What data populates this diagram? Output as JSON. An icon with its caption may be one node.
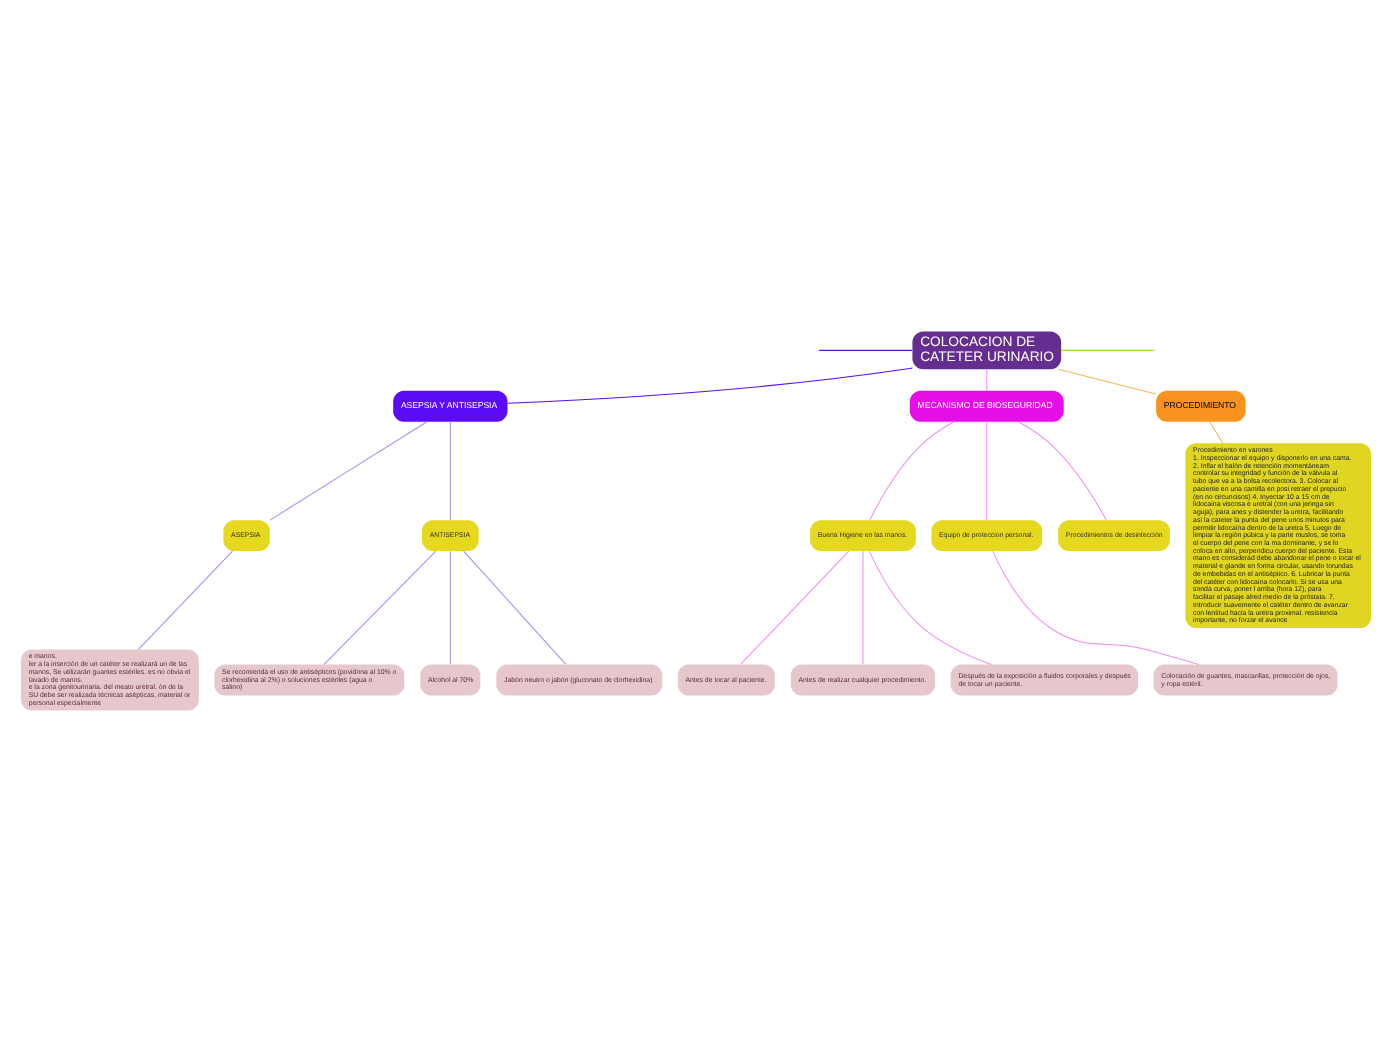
{
  "diagram": {
    "nodes": [
      {
        "text": [
          "COLOCACION DE CATETER URINARIO"
        ]
      },
      {
        "text": [
          "ASEPSIA Y ANTISEPSIA"
        ]
      },
      {
        "text": [
          "ASEPSIA"
        ]
      },
      {
        "text": [
          "e manos.",
          "ler a la inserción de un catéter se realizará un de las manos, Se utilizarán guantes estériles. es no obvia el lavado de manos.",
          "e la zona genitourinaria. del meato uretral. ón de la SU debe ser realizada técnicas asépticas, material or personal especialmente"
        ]
      },
      {
        "text": [
          "ANTISEPSIA"
        ]
      },
      {
        "text": [
          "Se recomienda el uso de antisépticos (povidona al 10% o clorhexidina al 2%) o soluciones estériles (agua o salino)"
        ]
      },
      {
        "text": [
          "Alcohol al 70%"
        ]
      },
      {
        "text": [
          "Jabón neutro o jabón (gluconato de clorhexidina)"
        ]
      },
      {
        "text": [
          "MECANISMO DE BIOSEGURIDAD"
        ]
      },
      {
        "text": [
          "Buena Higiene en las manos."
        ]
      },
      {
        "text": [
          "Antes de tocar al paciente."
        ]
      },
      {
        "text": [
          "Antes de realizar cualquier procedimiento."
        ]
      },
      {
        "text": [
          "Después de la exposición a fluidos corporales y después de tocar un paciente."
        ]
      },
      {
        "text": [
          "Equipo de proteccion personal."
        ]
      },
      {
        "text": [
          "Colocación de guantes, mascarillas, protección de ojos, y ropa estéril."
        ]
      },
      {
        "text": [
          "Procedimientos de desinfección"
        ]
      },
      {
        "text": [
          "PROCEDIMIENTO"
        ]
      },
      {
        "text": [
          "Procedimiento en varones",
          "1. Inspeccionar el equipo y disponerlo en una cama. 2. Inflar el balón de retención momentáneam controlar su integridad y función de la válvula al tubo que va a la bolsa recolectora. 3. Colocar al paciente en una camilla en posi retraer el prepucio (en no circuncisos) 4. Inyectar 10 a 15 cm de lidocaína viscosa e uretral (con una jeringa sin aguja), para anes y distender la uretra, facilitando así la cateter la punta del pene unos minutos para permitir lidocaína dentro de la uretra 5. Luego de limpiar la región púbica y la parte muslos, se toma el cuerpo del pene con la ma dominante, y se lo coloca en alto, perpendicu cuerpo del paciente. Esta mano es considerad debe abandonar el pene o tocar el material e glande en forma circular, usando torundas de embebidas en el antiséptico. 6. Lubricar la punta del catéter con lidocaína colocarlo. Si se usa una sonda curva, poner l arriba (hora 12), para facilitar el pasaje alred medio de la próstata. 7. Introducir suavemente el catéter dentro de avanzar con lentitud hacia la uretra proximal. resistencia importante, no forzar el avance"
        ]
      }
    ],
    "edges": [
      {
        "from": 0,
        "to": null,
        "arrow": "none",
        "color": "#8ce61e"
      },
      {
        "from": 0,
        "to": 1,
        "arrow": "none",
        "color": "#5b0cf5"
      },
      {
        "from": 1,
        "to": 2,
        "arrow": "none",
        "color": "#a58cf5"
      },
      {
        "from": 2,
        "to": 3,
        "arrow": "none",
        "color": "#a58cf5"
      },
      {
        "from": 1,
        "to": 4,
        "arrow": "none",
        "color": "#a58cf5"
      },
      {
        "from": 4,
        "to": 5,
        "arrow": "none",
        "color": "#a58cf5"
      },
      {
        "from": 4,
        "to": 6,
        "arrow": "none",
        "color": "#a58cf5"
      },
      {
        "from": 4,
        "to": 7,
        "arrow": "none",
        "color": "#a58cf5"
      },
      {
        "from": 0,
        "to": 8,
        "arrow": "none",
        "color": "#f08cf0"
      },
      {
        "from": 8,
        "to": 9,
        "arrow": "none",
        "color": "#f08cf0"
      },
      {
        "from": 9,
        "to": 10,
        "arrow": "none",
        "color": "#f08cf0"
      },
      {
        "from": 9,
        "to": 11,
        "arrow": "none",
        "color": "#f08cf0"
      },
      {
        "from": 9,
        "to": 12,
        "arrow": "none",
        "color": "#f08cf0"
      },
      {
        "from": 8,
        "to": 13,
        "arrow": "none",
        "color": "#f08cf0"
      },
      {
        "from": 13,
        "to": 14,
        "arrow": "none",
        "color": "#f08cf0"
      },
      {
        "from": 8,
        "to": 15,
        "arrow": "none",
        "color": "#f08cf0"
      },
      {
        "from": 0,
        "to": 16,
        "arrow": "none",
        "color": "#f7b45a"
      },
      {
        "from": 16,
        "to": 17,
        "arrow": "none",
        "color": "#f7b45a"
      },
      {
        "from": null,
        "to": 0,
        "arrow": "none",
        "color": "#5b0cf5"
      }
    ]
  }
}
